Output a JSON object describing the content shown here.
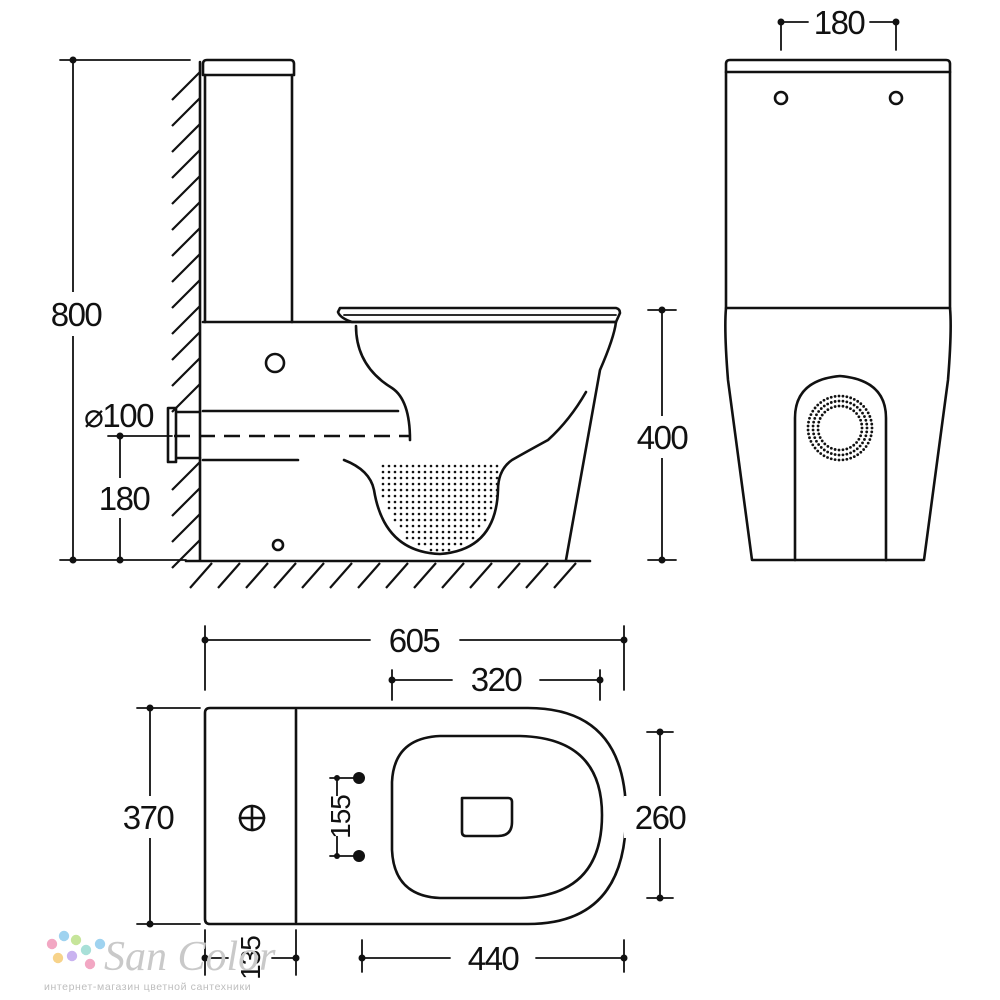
{
  "drawing": {
    "side_view": {
      "overall_height": "800",
      "pipe_diameter": "⌀100",
      "pipe_height": "180",
      "seat_height": "400"
    },
    "front_view": {
      "bolt_spacing": "180"
    },
    "top_view": {
      "total_length": "605",
      "bowl_length": "320",
      "width": "370",
      "bowl_width": "260",
      "fixing_spacing": "155",
      "base_length": "440",
      "tank_offset": "135"
    }
  },
  "watermark": {
    "brand": "San Color",
    "tagline": "интернет-магазин цветной сантехники",
    "colors": [
      "#f2a7c3",
      "#9fd3f0",
      "#c6e59a",
      "#f7d38a",
      "#c9b3f0",
      "#a8e0d8"
    ]
  }
}
